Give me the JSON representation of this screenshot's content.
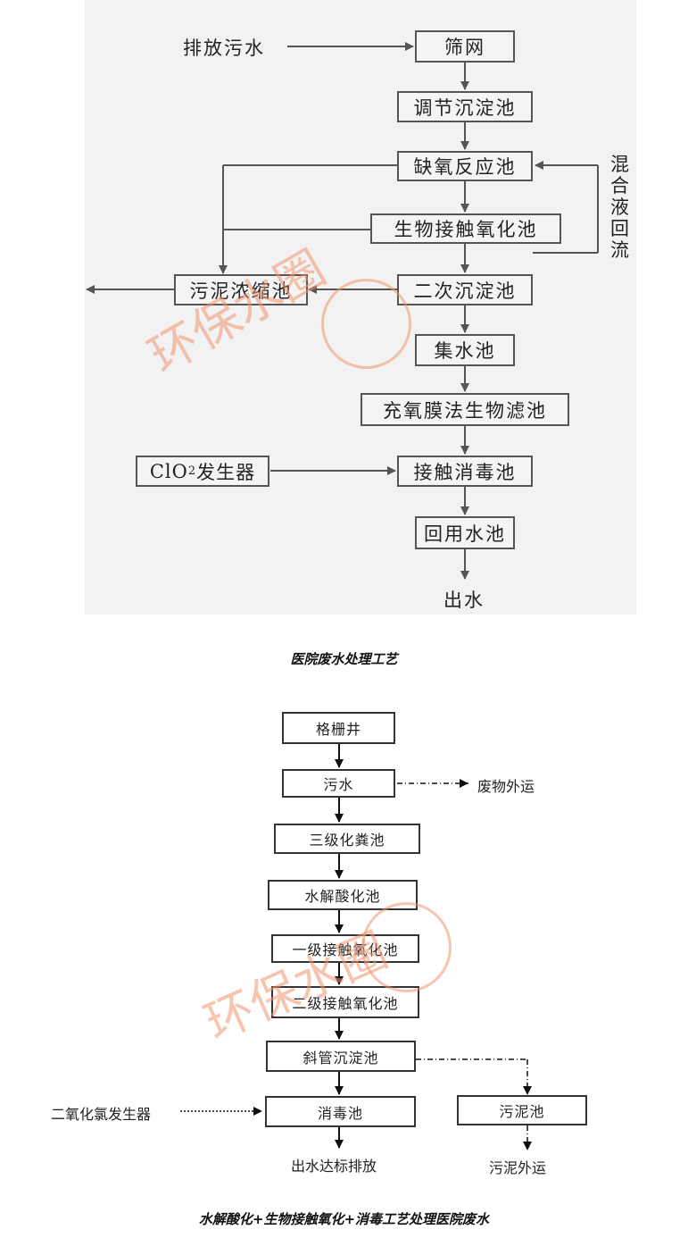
{
  "diagram1": {
    "input_label": "排放污水",
    "boxes": {
      "screen": "筛网",
      "adjust": "调节沉淀池",
      "anoxic": "缺氧反应池",
      "contact_ox": "生物接触氧化池",
      "secondary": "二次沉淀池",
      "sludge": "污泥浓缩池",
      "collect": "集水池",
      "filter": "充氧膜法生物滤池",
      "disinfect": "接触消毒池",
      "reuse": "回用水池",
      "clo2_prefix": "ClO",
      "clo2_sub": "2",
      "clo2_suffix": "发生器"
    },
    "recycle_label": "混合液回流",
    "output_label": "出水",
    "caption": "医院废水处理工艺"
  },
  "diagram2": {
    "boxes": {
      "grid": "格栅井",
      "sewage": "污水",
      "septic": "三级化粪池",
      "hydrolysis": "水解酸化池",
      "contact1": "一级接触氧化池",
      "contact2": "二级接触氧化池",
      "settling": "斜管沉淀池",
      "disinfect": "消毒池",
      "sludge": "污泥池"
    },
    "waste_label": "废物外运",
    "chlorine_label": "二氧化氯发生器",
    "output_label": "出水达标排放",
    "sludge_out_label": "污泥外运",
    "caption": "水解酸化+生物接触氧化+消毒工艺处理医院废水"
  },
  "watermark": {
    "text": "环保水圈",
    "color": "#f0966e"
  }
}
